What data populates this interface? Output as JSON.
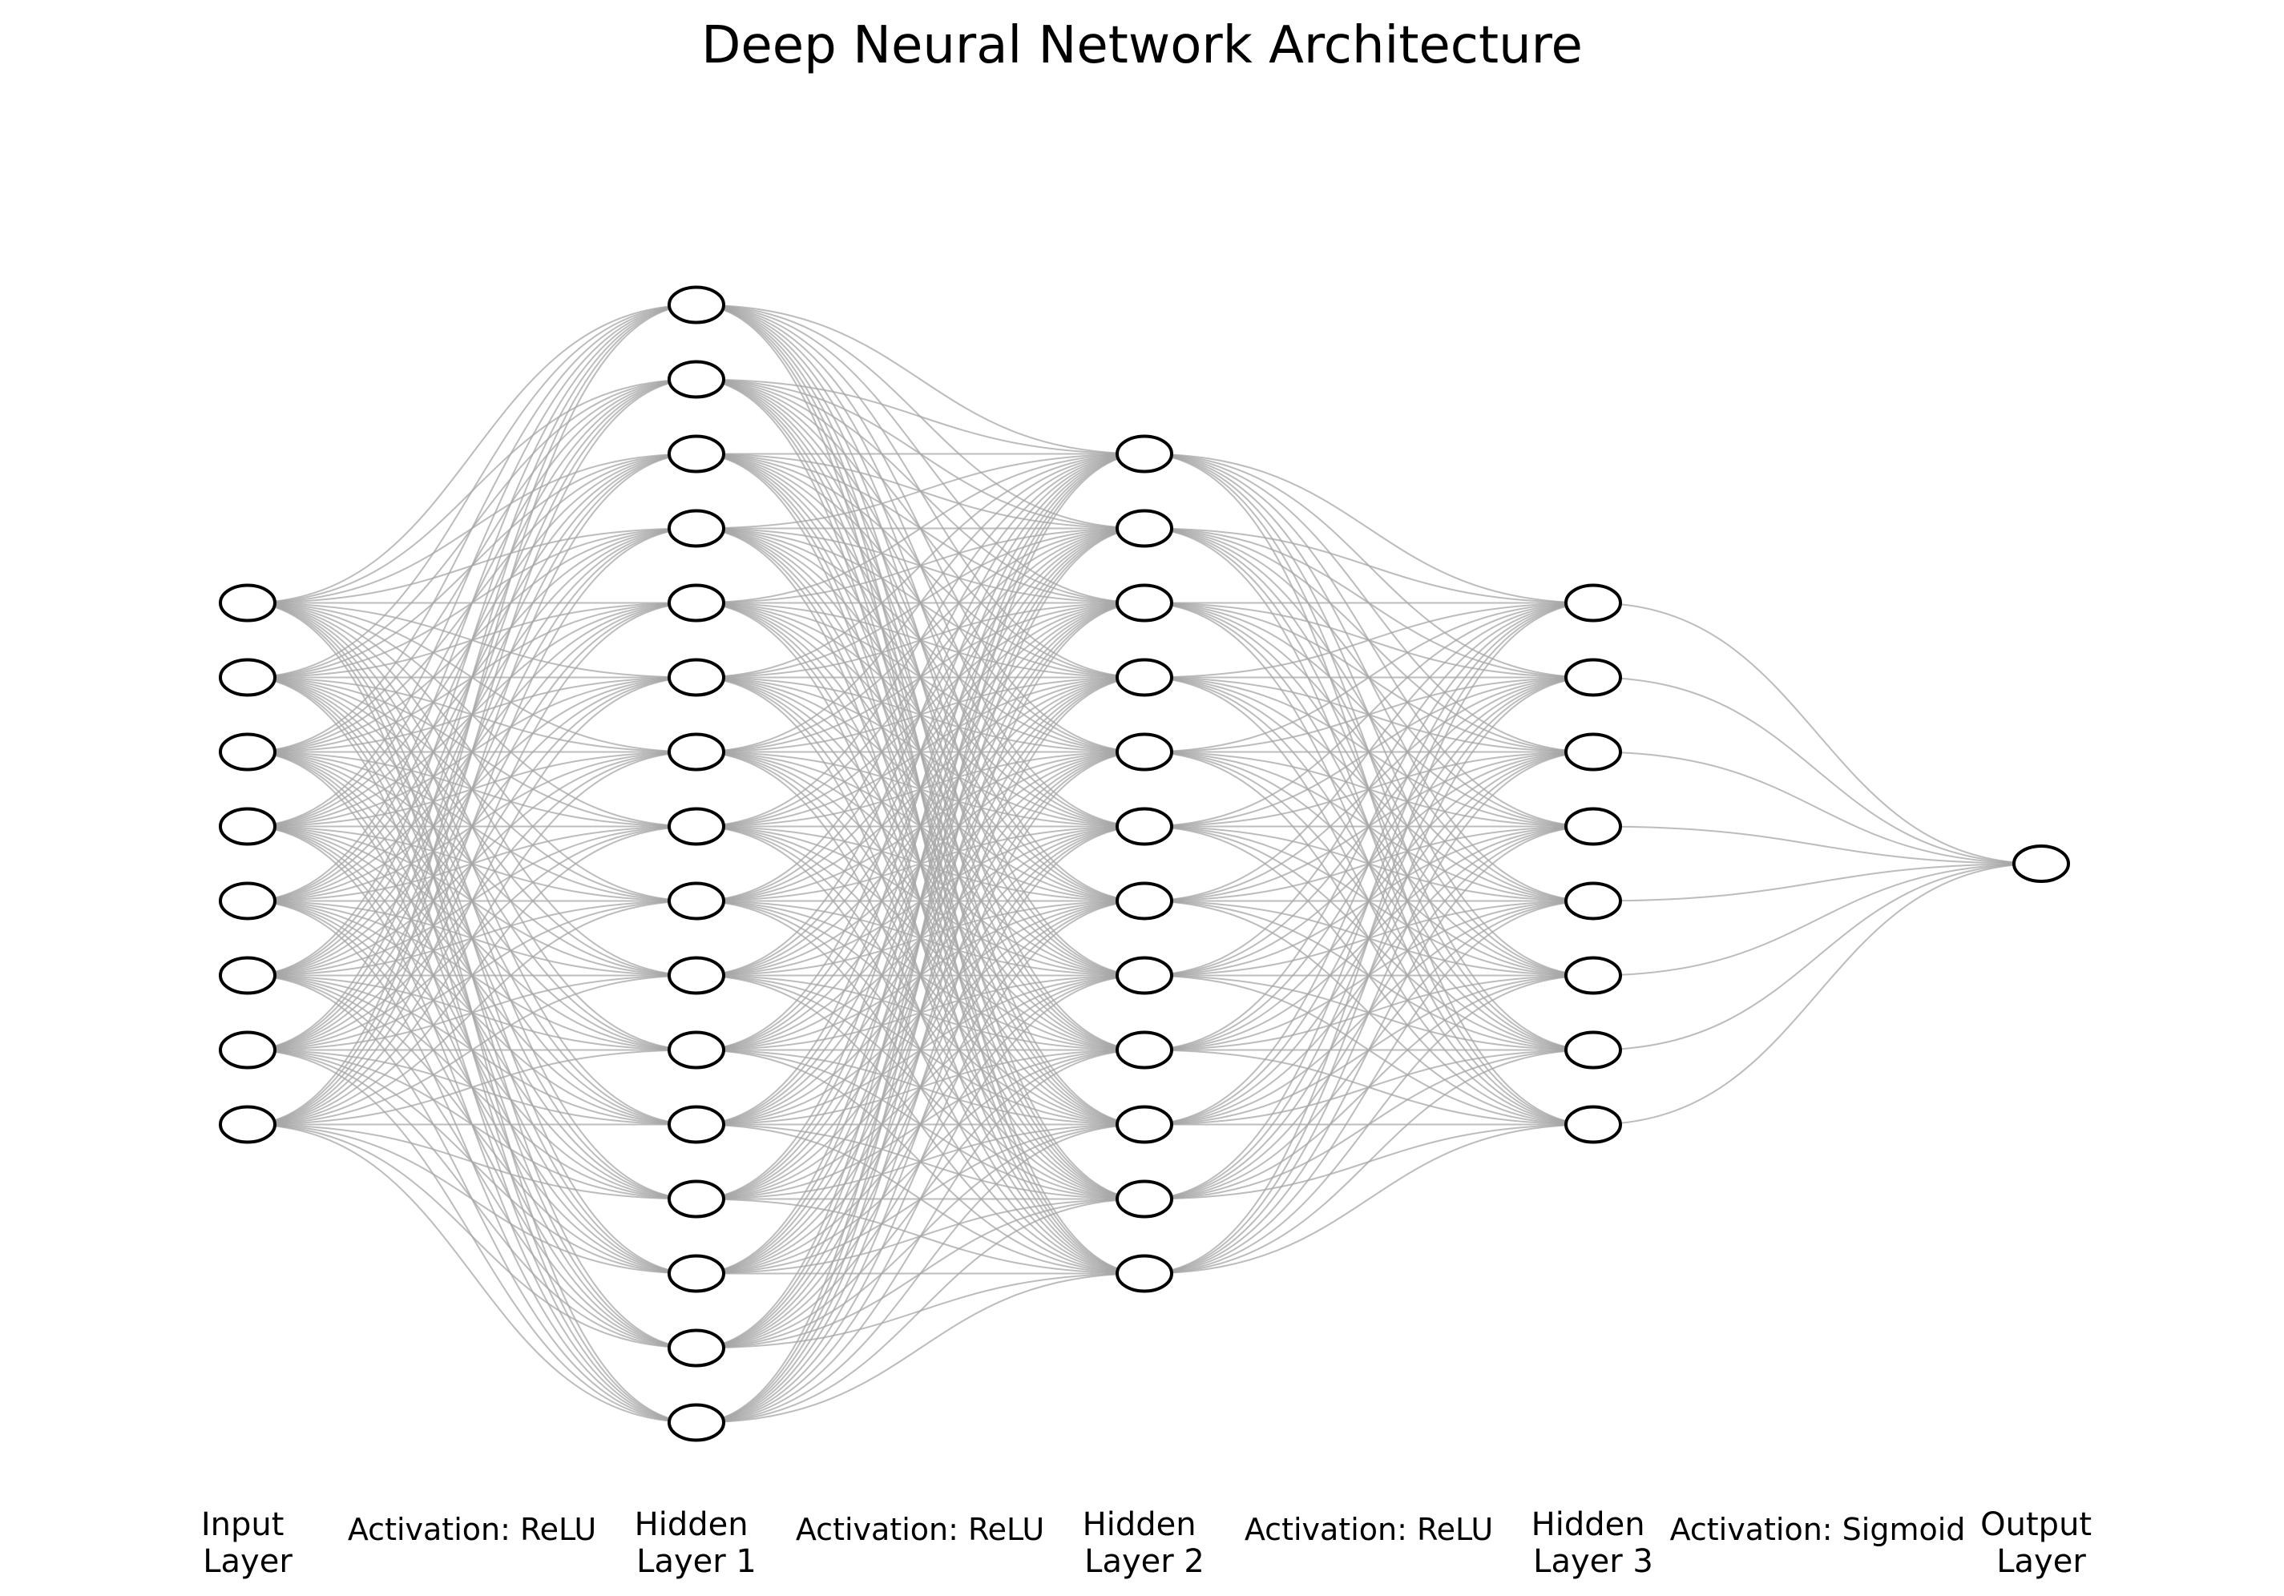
{
  "title": "Deep Neural Network Architecture",
  "colors": {
    "node_fill": "#ffffff",
    "node_stroke": "#000000",
    "edge": "#a6a6a6",
    "background": "#ffffff"
  },
  "layers": [
    {
      "name_line1": "Input",
      "name_line2": "Layer",
      "neurons": 8
    },
    {
      "name_line1": "Hidden",
      "name_line2": "Layer 1",
      "neurons": 16
    },
    {
      "name_line1": "Hidden",
      "name_line2": "Layer 2",
      "neurons": 12
    },
    {
      "name_line1": "Hidden",
      "name_line2": "Layer 3",
      "neurons": 8
    },
    {
      "name_line1": "Output",
      "name_line2": "Layer",
      "neurons": 1
    }
  ],
  "activations": [
    "Activation: ReLU",
    "Activation: ReLU",
    "Activation: ReLU",
    "Activation: Sigmoid"
  ]
}
